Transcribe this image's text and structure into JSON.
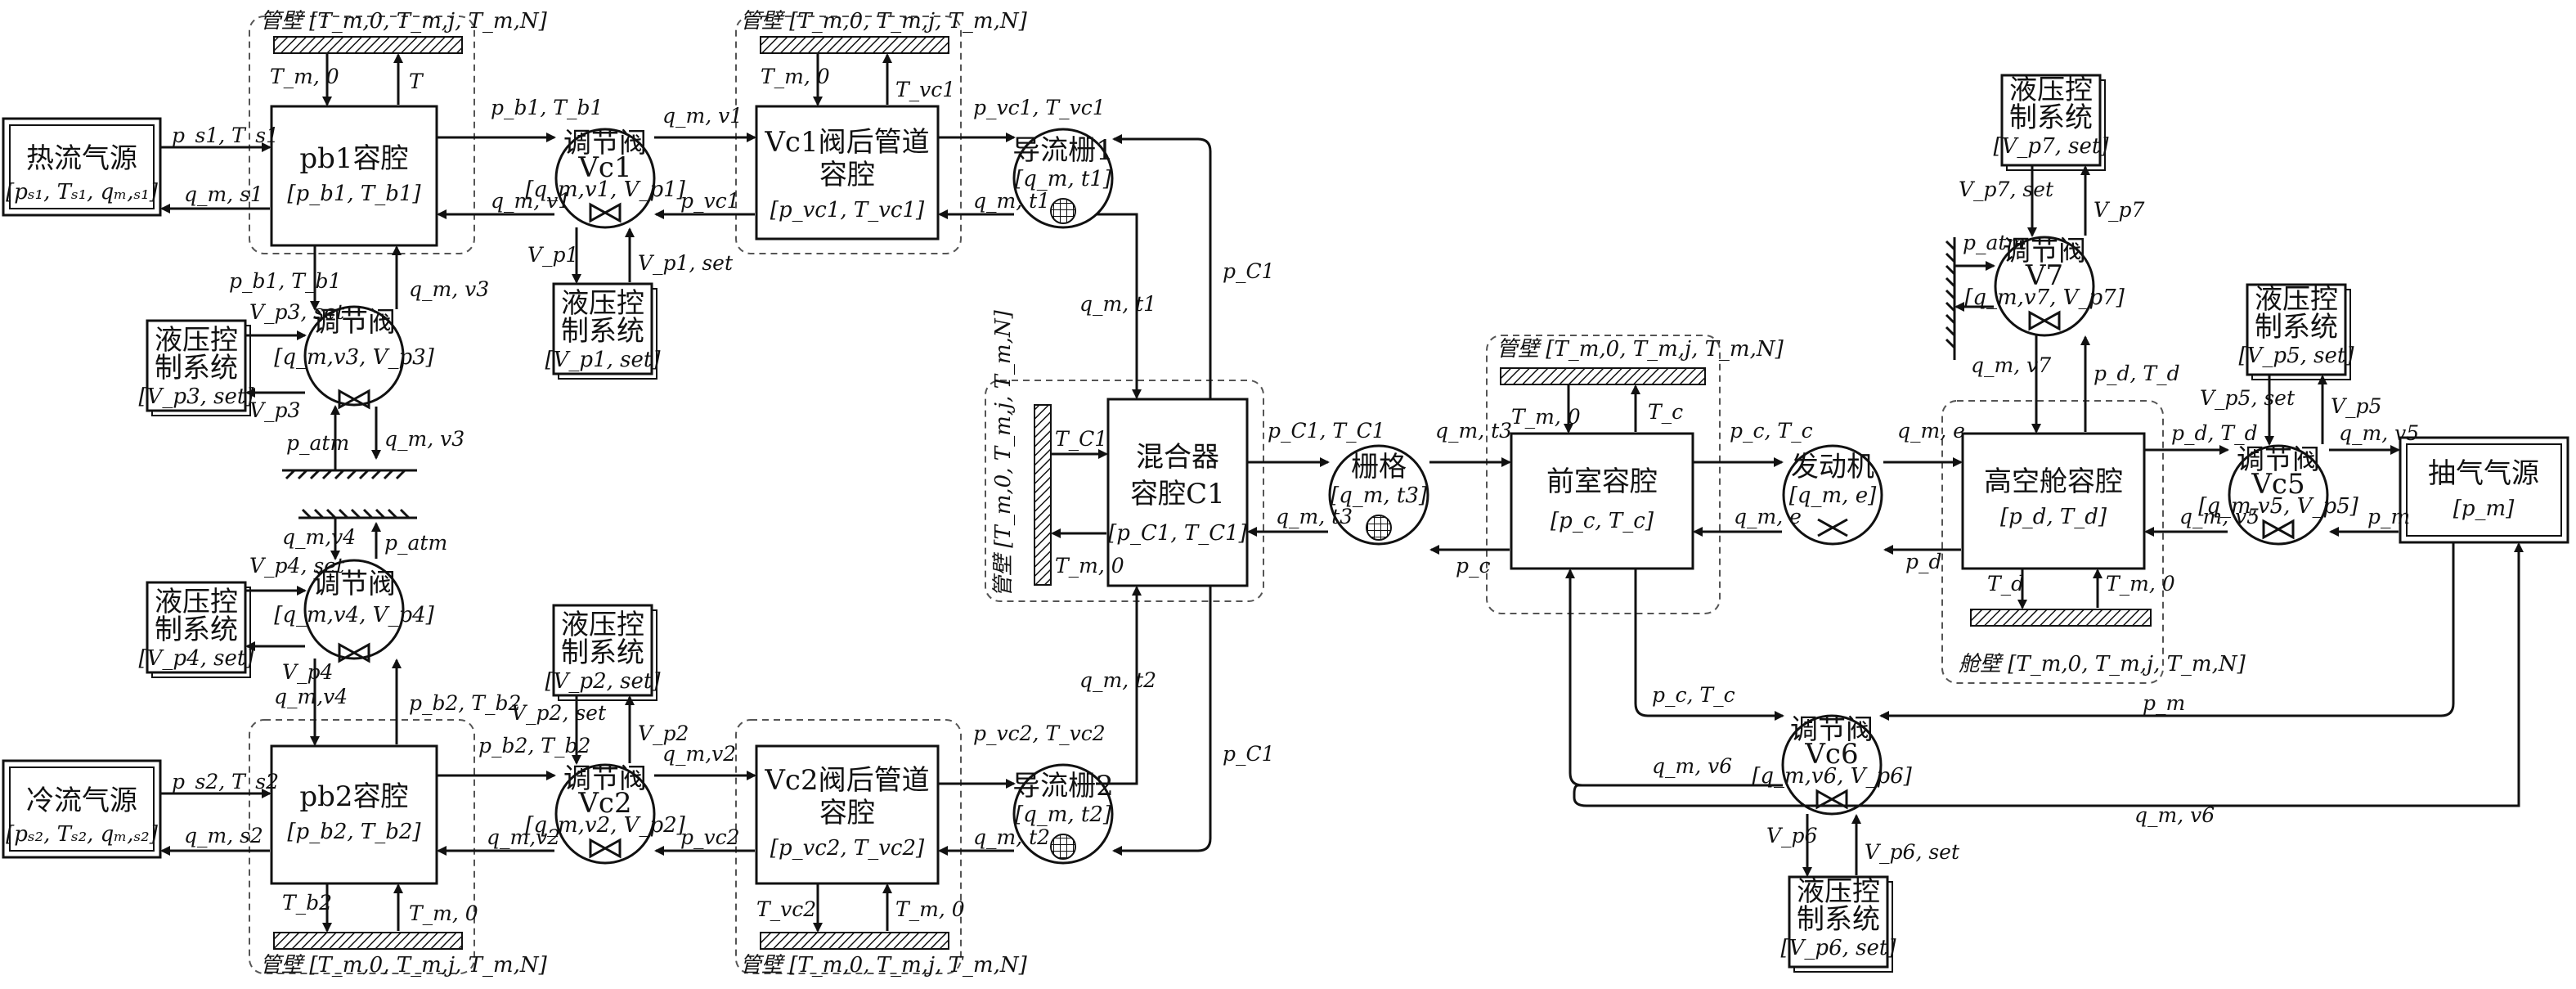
{
  "blocks": {
    "hot_source": {
      "title": "热流气源",
      "params": "[pₛ₁, Tₛ₁, qₘ,ₛ₁]"
    },
    "cold_source": {
      "title": "冷流气源",
      "params": "[pₛ₂, Tₛ₂, qₘ,ₛ₂]"
    },
    "pb1": {
      "title": "pb1容腔",
      "params": "[p_b1, T_b1]"
    },
    "pb2": {
      "title": "pb2容腔",
      "params": "[p_b2, T_b2]"
    },
    "vc1pipe": {
      "title1": "Vc1阀后管道",
      "title2": "容腔",
      "params": "[p_vc1, T_vc1]"
    },
    "vc2pipe": {
      "title1": "Vc2阀后管道",
      "title2": "容腔",
      "params": "[p_vc2, T_vc2]"
    },
    "mixer": {
      "title1": "混合器",
      "title2": "容腔C1",
      "params": "[p_C1, T_C1]"
    },
    "front": {
      "title": "前室容腔",
      "params": "[p_c, T_c]"
    },
    "alt": {
      "title": "高空舱容腔",
      "params": "[p_d, T_d]"
    },
    "exhaust": {
      "title": "抽气气源",
      "params": "[p_m]"
    }
  },
  "circles": {
    "vc1": {
      "t1": "调节阀",
      "t2": "Vc1",
      "p": "[q_m,v1, V_p1]"
    },
    "vc2": {
      "t1": "调节阀",
      "t2": "Vc2",
      "p": "[q_m,v2, V_p2]"
    },
    "v3": {
      "t1": "调节阀",
      "p": "[q_m,v3, V_p3]"
    },
    "v4": {
      "t1": "调节阀",
      "p": "[q_m,v4, V_p4]"
    },
    "g1": {
      "t1": "导流栅1",
      "p": "[q_m, t1]"
    },
    "g2": {
      "t1": "导流栅2",
      "p": "[q_m, t2]"
    },
    "g3": {
      "t1": "栅格",
      "p": "[q_m, t3]"
    },
    "engine": {
      "t1": "发动机",
      "p": "[q_m, e]"
    },
    "v5": {
      "t1": "调节阀",
      "t2": "Vc5",
      "p": "[q_m,v5, V_p5]"
    },
    "v6": {
      "t1": "调节阀",
      "t2": "Vc6",
      "p": "[q_m,v6, V_p6]"
    },
    "v7": {
      "t1": "调节阀",
      "t2": "V7",
      "p": "[q_m,v7, V_p7]"
    }
  },
  "hydraulic": {
    "l1": "液压控",
    "l2": "制系统",
    "p1": "[V_p1, set]",
    "p2": "[V_p2, set]",
    "p3": "[V_p3, set]",
    "p4": "[V_p4, set]",
    "p5": "[V_p5, set]",
    "p6": "[V_p6, set]",
    "p7": "[V_p7, set]"
  },
  "walls": {
    "pipe_wall": "管壁 [T_m,0, T_m,j, T_m,N]",
    "cabin_wall": "舱壁 [T_m,0, T_m,j, T_m,N]",
    "mixer_wall": "管壁 [T_m,0, T_m,j, T_m,N]"
  },
  "labels": {
    "ps1": "p_s1, T_s1",
    "qms1": "q_m, s1",
    "ps2": "p_s2, T_s2",
    "qms2": "q_m, s2",
    "pb1Tb1": "p_b1, T_b1",
    "pb2Tb2": "p_b2, T_b2",
    "qmv1": "q_m, v1",
    "qmv2": "q_m,v2",
    "qmv3": "q_m, v3",
    "qmv4": "q_m,v4",
    "pvc1": "p_vc1",
    "pvc2": "p_vc2",
    "pvc1Tvc1": "p_vc1, T_vc1",
    "pvc2Tvc2": "p_vc2, T_vc2",
    "qmt1": "q_m, t1",
    "qmt2": "q_m, t2",
    "qmt3": "q_m, t3",
    "pC1": "p_C1",
    "pC1TC1": "p_C1, T_C1",
    "TC1": "T_C1",
    "Tm0": "T_m, 0",
    "T": "T",
    "Tvc1": "T_vc1",
    "Tvc2": "T_vc2",
    "Tb2": "T_b2",
    "Vp1": "V_p1",
    "Vp1set": "V_p1, set",
    "Vp2": "V_p2",
    "Vp2set": "V_p2, set",
    "Vp3": "V_p3",
    "Vp3set": "V_p3, set",
    "Vp4": "V_p4",
    "Vp4set": "V_p4, set",
    "Vp5": "V_p5",
    "Vp5set": "V_p5, set",
    "Vp6": "V_p6",
    "Vp6set": "V_p6, set",
    "Vp7": "V_p7",
    "Vp7set": "V_p7, set",
    "patm": "p_atm",
    "pc": "p_c",
    "pcTc": "p_c, T_c",
    "Tc": "T_c",
    "qme": "q_m, e",
    "pd": "p_d",
    "pdTd": "p_d, T_d",
    "Td": "T_d",
    "qmv5": "q_m, v5",
    "qmv6": "q_m, v6",
    "qmv7": "q_m, v7",
    "pm": "p_m"
  }
}
